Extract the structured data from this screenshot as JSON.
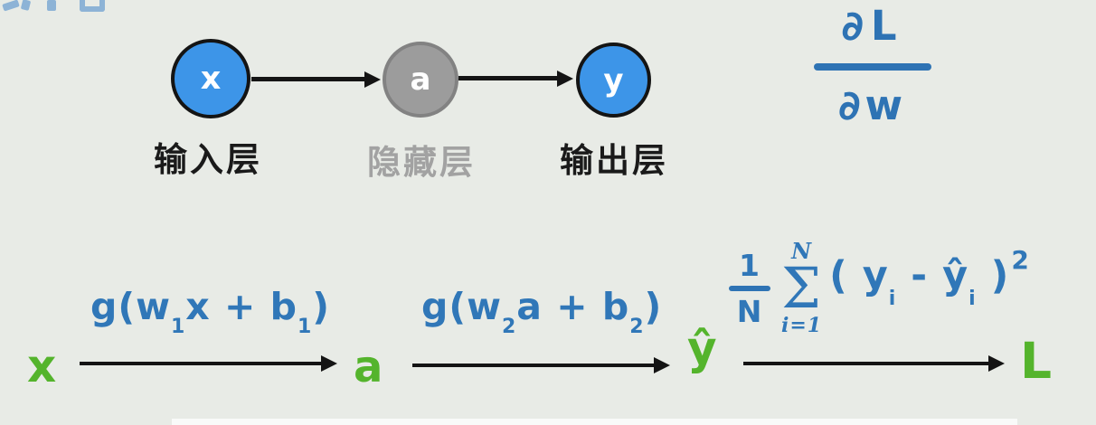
{
  "slide": {
    "background_color": "#e8ebe6",
    "bottom_bar_color": "#ffffff"
  },
  "colors": {
    "node_blue": "#3d95e8",
    "node_gray": "#9c9c9c",
    "node_border_black": "#141414",
    "node_border_gray": "#828282",
    "formula_blue": "#3077b8",
    "gradient_blue": "#2e73b4",
    "variable_green": "#54b42c",
    "caption_black": "#1a1a1a",
    "caption_gray": "#a2a2a2",
    "arrow_black": "#141414",
    "fragment_light_blue": "#8db3d6"
  },
  "network": {
    "nodes": [
      {
        "label": "x",
        "caption": "输入层"
      },
      {
        "label": "a",
        "caption": "隐藏层"
      },
      {
        "label": "y",
        "caption": "输出层"
      }
    ]
  },
  "gradient": {
    "numerator": "∂L",
    "denominator": "∂w"
  },
  "pipeline": {
    "input": "x",
    "hidden": "a",
    "prediction": "ŷ",
    "loss": "L",
    "step1": {
      "pre": "g(w",
      "sub1": "1",
      "mid": "x + b",
      "sub2": "1",
      "post": ")"
    },
    "step2": {
      "pre": "g(w",
      "sub1": "2",
      "mid": "a + b",
      "sub2": "2",
      "post": ")"
    },
    "loss_formula": {
      "frac_numerator": "1",
      "frac_denominator": "N",
      "sum_upper": "N",
      "sum_symbol": "Σ",
      "sum_lower": "i=1",
      "open_paren": "( ",
      "y": "y",
      "y_sub": "i",
      "minus": " - ",
      "y_hat": "ŷ",
      "y_hat_sub": "i",
      "close_paren": " )",
      "exponent": "2"
    }
  }
}
